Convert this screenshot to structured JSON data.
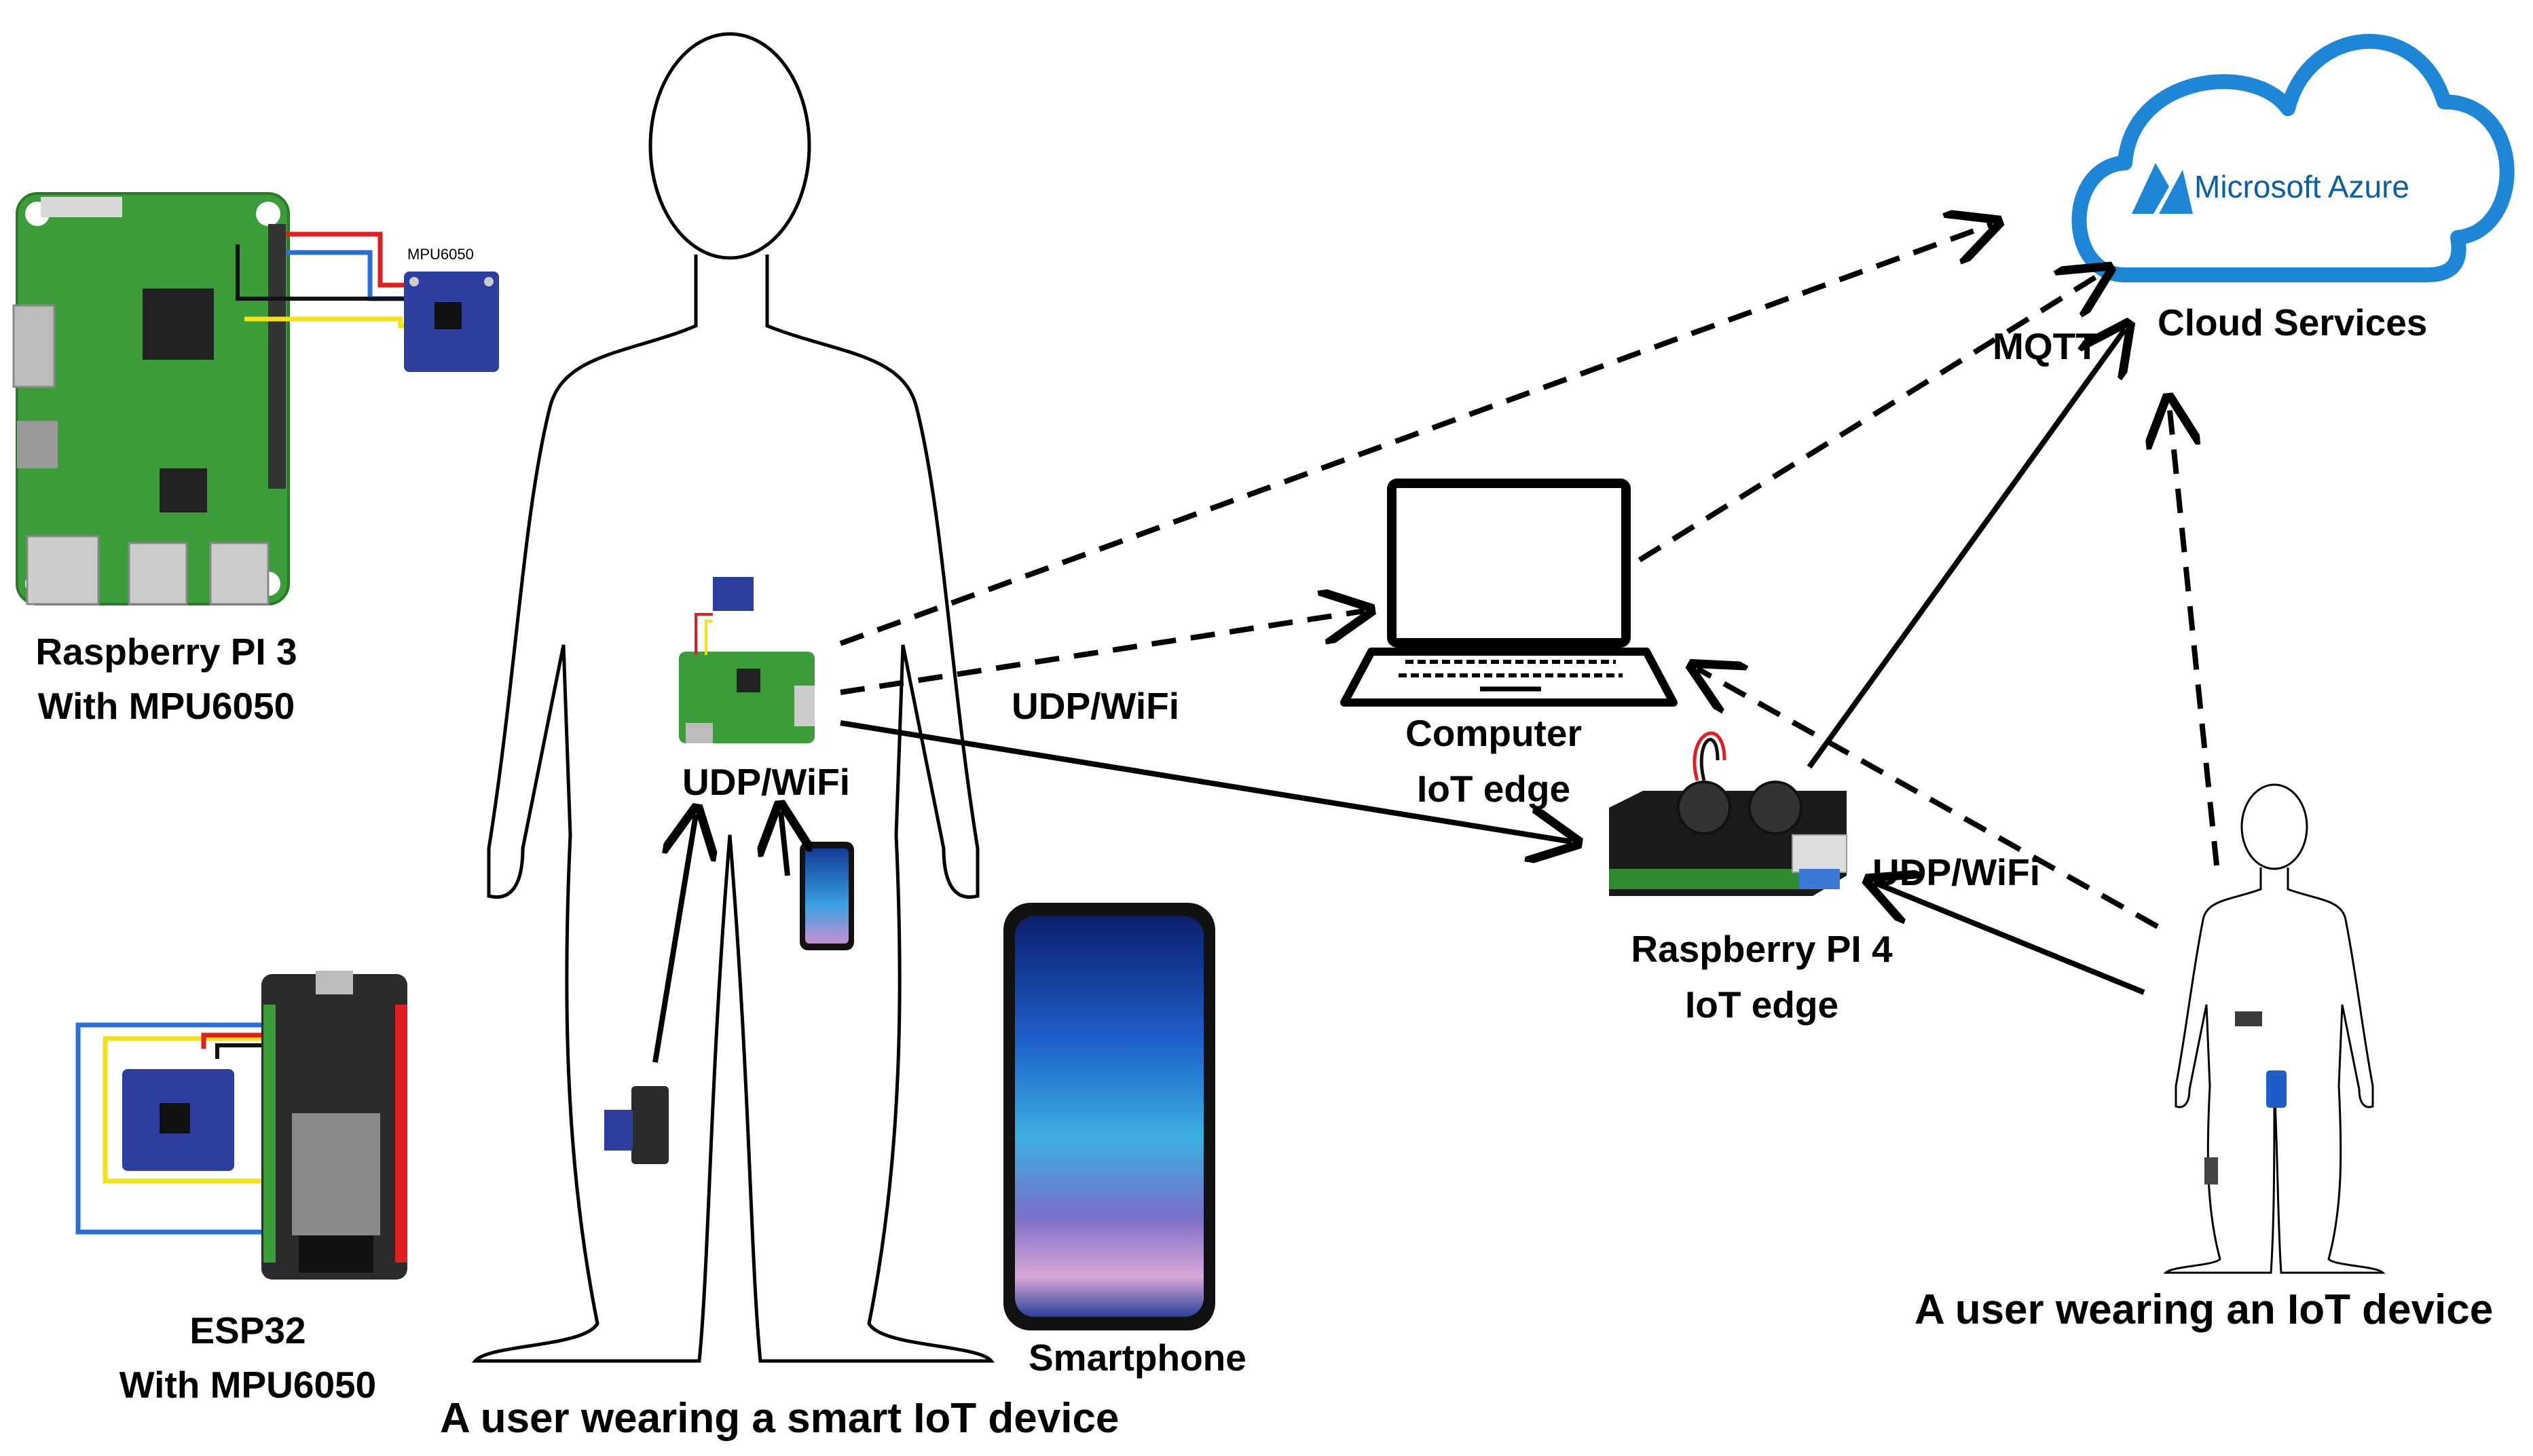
{
  "labels": {
    "rpi3_line1": "Raspberry PI 3",
    "rpi3_line2": "With MPU6050",
    "mpu_chip": "MPU6050",
    "esp32_line1": "ESP32",
    "esp32_line2": "With MPU6050",
    "udp_body": "UDP/WiFi",
    "udp_mid": "UDP/WiFi",
    "udp_right": "UDP/WiFi",
    "mqtt": "MQTT",
    "cloud": "Cloud Services",
    "azure": "Microsoft Azure",
    "computer_line1": "Computer",
    "computer_line2": "IoT edge",
    "rpi4_line1": "Raspberry PI 4",
    "rpi4_line2": "IoT edge",
    "smartphone": "Smartphone",
    "user_left": "A user wearing a smart IoT device",
    "user_right": "A user wearing an IoT device"
  },
  "colors": {
    "board_green": "#3a9d3a",
    "azure_blue": "#1d86d6",
    "wire_red": "#e02020",
    "wire_blue": "#2a6fd6",
    "wire_yellow": "#f2e21a",
    "esp_dark": "#2b2b2b",
    "mpu_blue": "#2c3fa0"
  }
}
